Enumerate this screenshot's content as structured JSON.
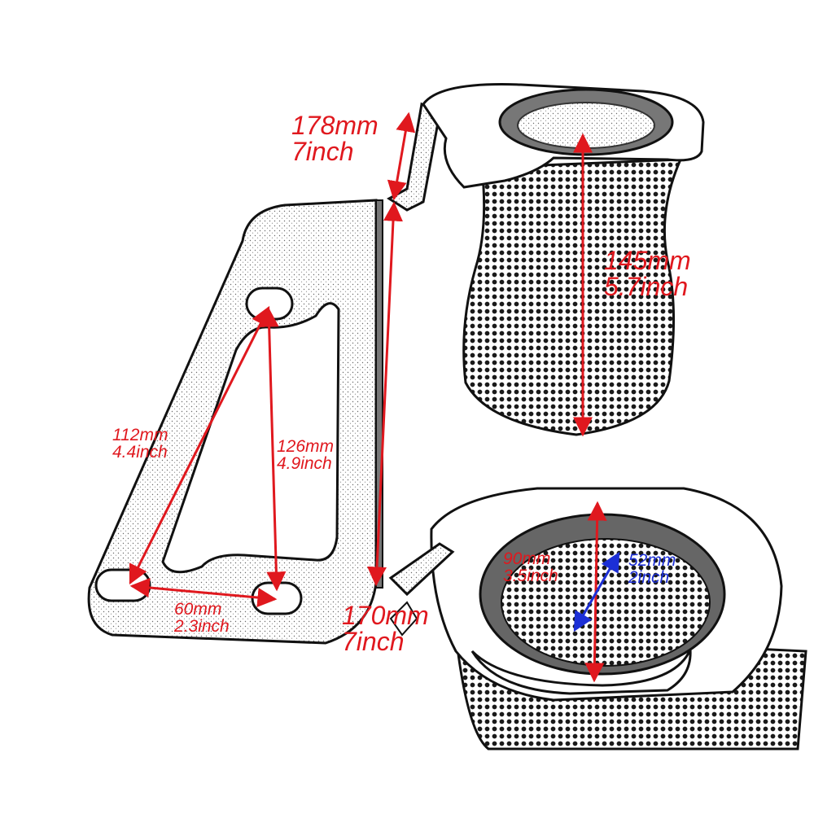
{
  "colors": {
    "dimension_red": "#e0181e",
    "dimension_blue": "#1c2fd6",
    "line_art": "#111111"
  },
  "labels": {
    "bracket_top_height": {
      "mm": "178mm",
      "inch": "7inch"
    },
    "cup_height": {
      "mm": "145mm",
      "inch": "5.7inch"
    },
    "hole_diagonal": {
      "mm": "112mm",
      "inch": "4.4inch"
    },
    "hole_vertical": {
      "mm": "126mm",
      "inch": "4.9inch"
    },
    "hole_spacing": {
      "mm": "60mm",
      "inch": "2.3inch"
    },
    "bracket_height": {
      "mm": "170mm",
      "inch": "7inch"
    },
    "outer_diameter": {
      "mm": "90mm",
      "inch": "3.5inch"
    },
    "inner_diameter": {
      "mm": "52mm",
      "inch": "2inch"
    }
  }
}
